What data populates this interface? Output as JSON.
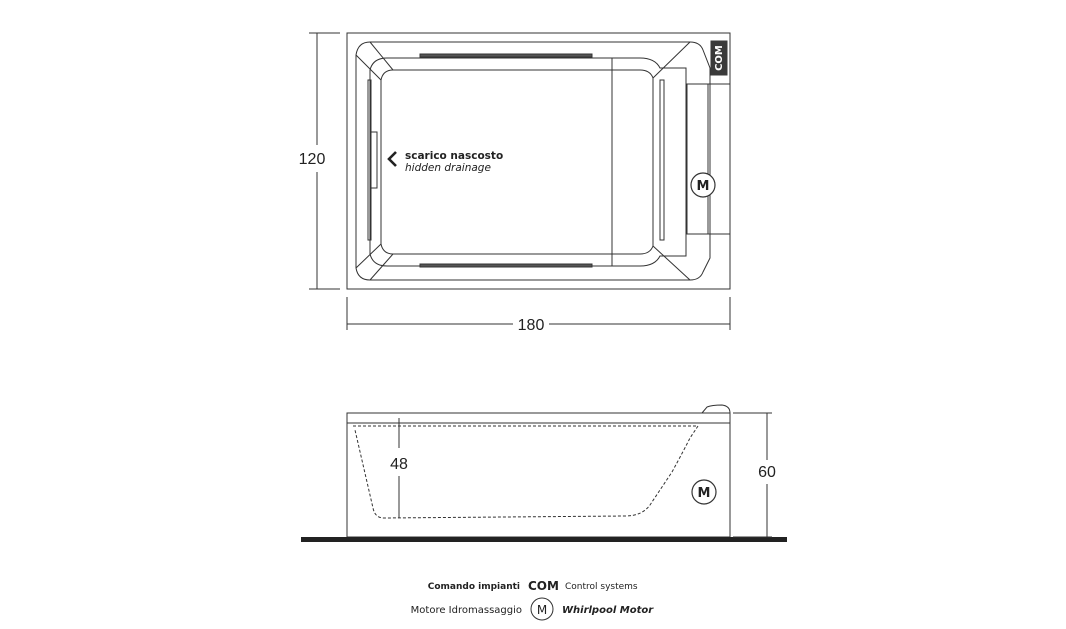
{
  "top_view": {
    "width_dim": "180",
    "height_dim": "120",
    "com_label": "COM",
    "motor_symbol": "M",
    "drain_label_it": "scarico nascosto",
    "drain_label_en": "hidden drainage"
  },
  "side_view": {
    "inner_depth_dim": "48",
    "total_height_dim": "60",
    "motor_symbol": "M"
  },
  "legend": {
    "control_it": "Comando impianti",
    "control_code": "COM",
    "control_en": "Control systems",
    "motor_it": "Motore Idromassaggio",
    "motor_symbol": "M",
    "motor_en": "Whirlpool Motor"
  }
}
